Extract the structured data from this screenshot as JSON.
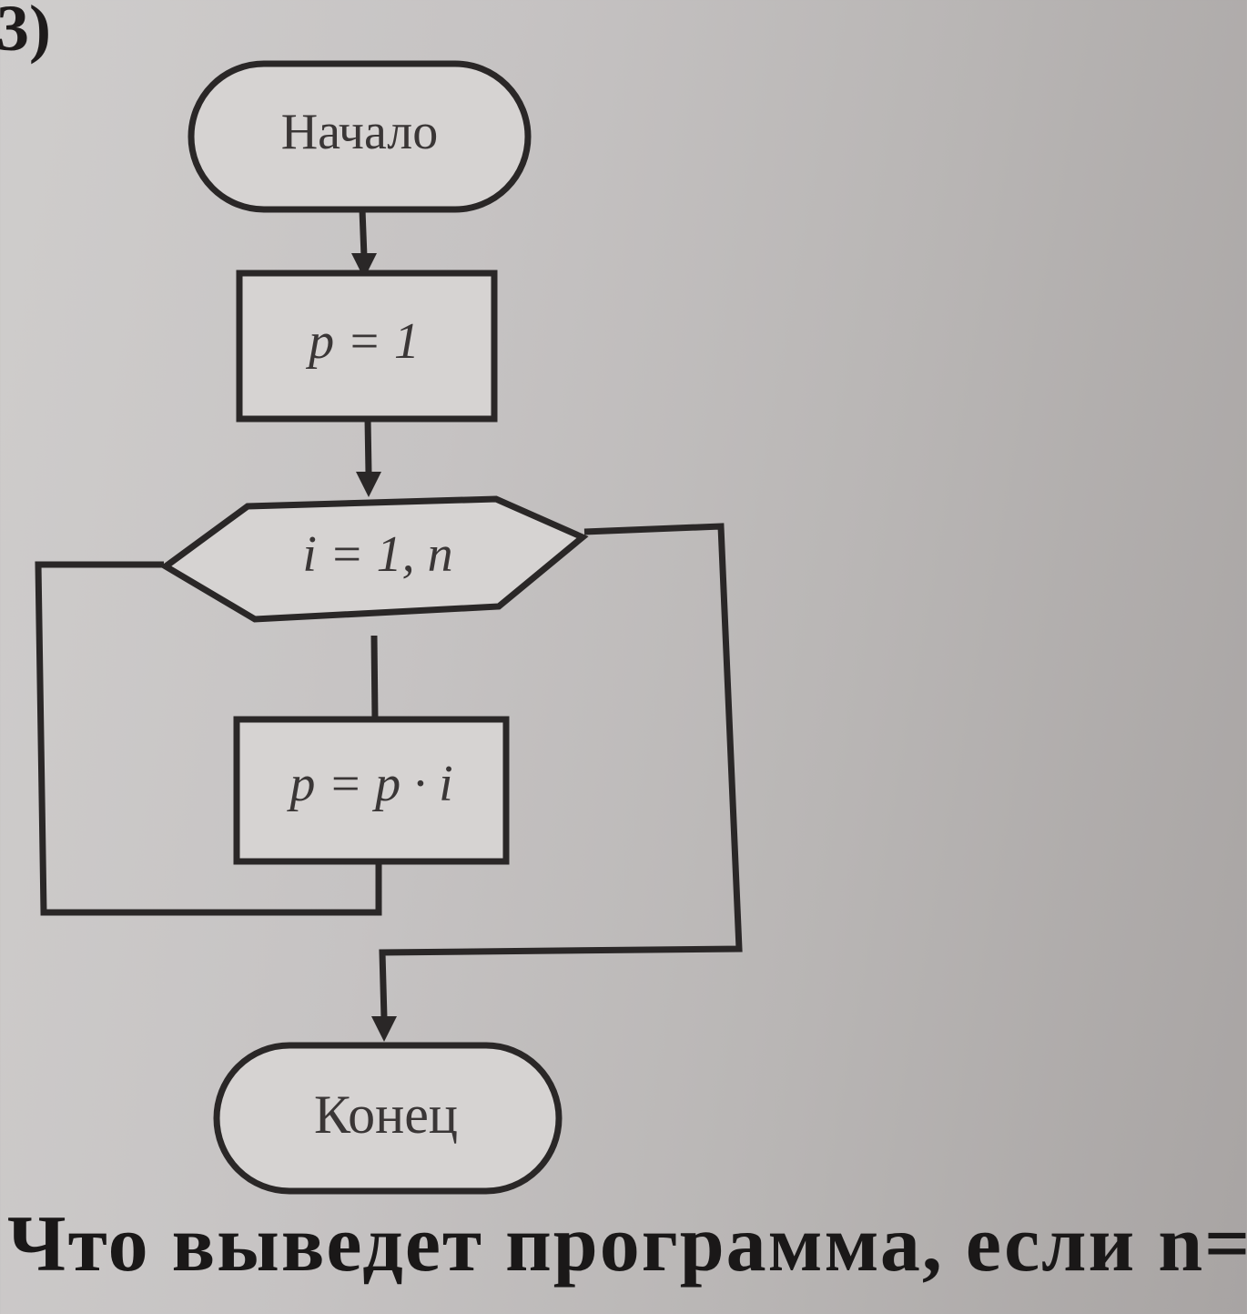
{
  "section_mark": "3)",
  "nodes": {
    "start": "Начало",
    "init": "p = 1",
    "loop": "i = 1, n",
    "body": "p = p · i",
    "end": "Конец"
  },
  "question": "Что выведет программа, если n="
}
